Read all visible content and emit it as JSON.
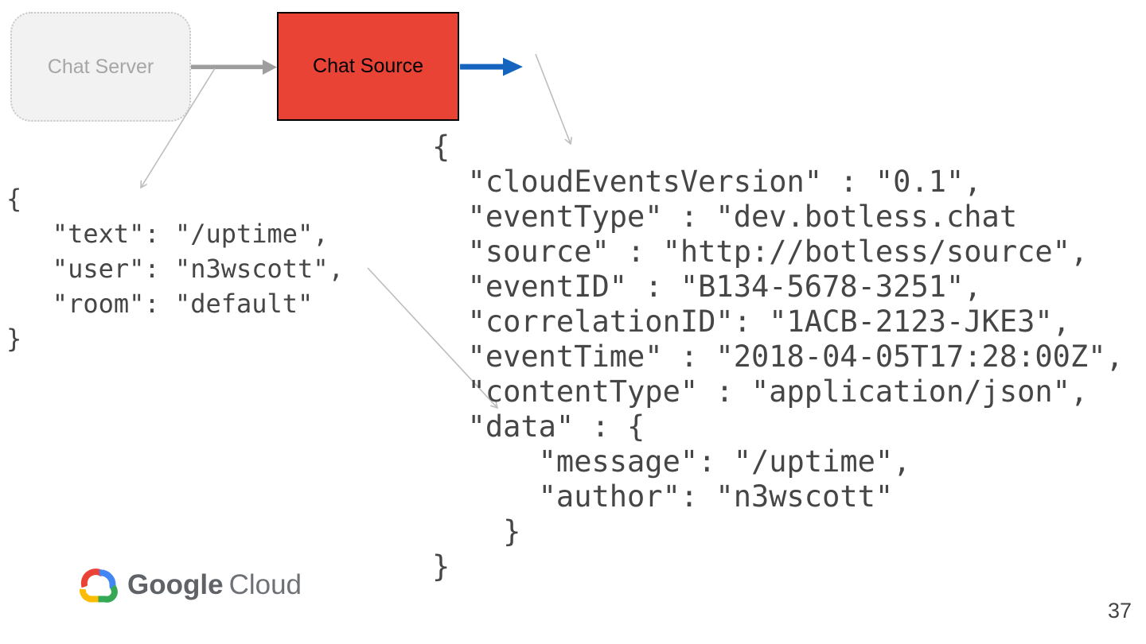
{
  "page": {
    "number": "37"
  },
  "boxes": {
    "chat_server_label": "Chat Server",
    "chat_source_label": "Chat Source"
  },
  "code_left": {
    "lines": [
      "{",
      "   \"text\": \"/uptime\",",
      "   \"user\": \"n3wscott\",",
      "   \"room\": \"default\"",
      "}"
    ]
  },
  "code_right": {
    "lines": [
      "{",
      "  \"cloudEventsVersion\" : \"0.1\",",
      "  \"eventType\" : \"dev.botless.chat",
      "  \"source\" : \"http://botless/source\",",
      "  \"eventID\" : \"B134-5678-3251\",",
      "  \"correlationID\": \"1ACB-2123-JKE3\",",
      "  \"eventTime\" : \"2018-04-05T17:28:00Z\",",
      "  \"contentType\" : \"application/json\",",
      "  \"data\" : {",
      "      \"message\": \"/uptime\",",
      "      \"author\": \"n3wscott\"",
      "    }",
      "}"
    ]
  },
  "logo": {
    "google": "Google",
    "cloud": "Cloud"
  },
  "colors": {
    "server_box_fill": "#f2f2f2",
    "server_box_border": "#c9c9c9",
    "server_box_text": "#a6a6a6",
    "source_box_fill": "#e84335",
    "source_box_border": "#000000",
    "gray_arrow": "#9e9e9e",
    "blue_arrow": "#1565c0",
    "annotation_arrow": "#bdbdbd",
    "code_text": "#464646",
    "logo_text": "#5f6368",
    "google_red": "#ea4335",
    "google_blue": "#4285f4",
    "google_green": "#34a853",
    "google_yellow": "#fbbc05"
  }
}
